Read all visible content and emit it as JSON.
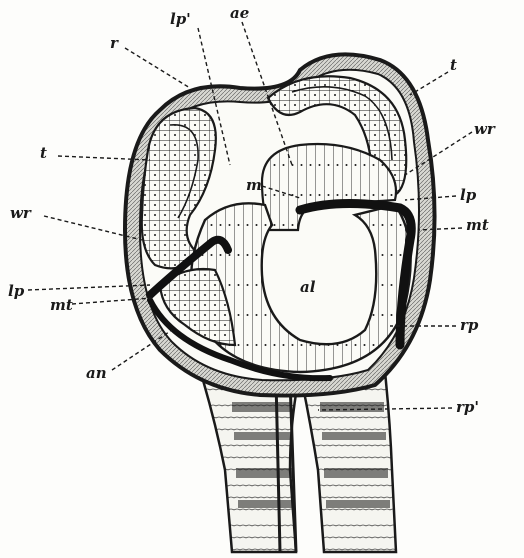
{
  "figure": {
    "ink_color": "#1a1a1a",
    "paper_color": "#fdfdfb",
    "labels": {
      "lp_prime": "lp'",
      "ae": "ae",
      "r": "r",
      "t_right": "t",
      "wr_right": "wr",
      "t_left": "t",
      "m": "m",
      "lp_right": "lp",
      "mt_right": "mt",
      "wr_left": "wr",
      "al": "al",
      "lp_left": "lp",
      "mt_left": "mt",
      "rp": "rp",
      "an": "an",
      "rp_prime": "rp'"
    }
  }
}
